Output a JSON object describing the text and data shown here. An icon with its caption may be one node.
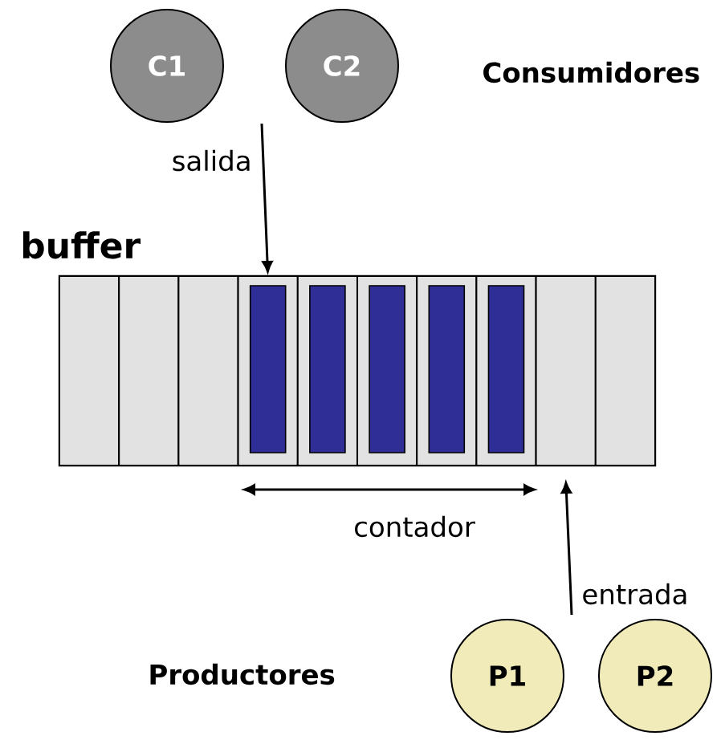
{
  "diagram": {
    "nodes": [
      {
        "text": [
          "C1"
        ]
      },
      {
        "text": [
          "C2"
        ]
      },
      {
        "text": [
          "buffer"
        ]
      },
      {
        "text": [],
        "shape": "box",
        "in": 2
      },
      {
        "text": [],
        "shape": "box",
        "in": 2
      },
      {
        "text": [],
        "shape": "box",
        "in": 2
      },
      {
        "text": [],
        "shape": "bar",
        "in": 2
      },
      {
        "text": [],
        "shape": "bar",
        "in": 2
      },
      {
        "text": [],
        "shape": "bar",
        "in": 2
      },
      {
        "text": [],
        "shape": "bar",
        "in": 2
      },
      {
        "text": [],
        "shape": "bar",
        "in": 2
      },
      {
        "text": [],
        "shape": "box",
        "in": 2
      },
      {
        "text": [],
        "shape": "box",
        "in": 2
      },
      {
        "text": [
          "P1"
        ]
      },
      {
        "text": [
          "P2"
        ]
      }
    ],
    "edges": [
      {
        "from": null,
        "to": 6,
        "arrow": "to",
        "label": "salida"
      },
      {
        "from": null,
        "to": 11,
        "arrow": "to",
        "label": "entrada"
      }
    ],
    "labels": [
      "Consumidores",
      "contador",
      "Productores"
    ]
  }
}
